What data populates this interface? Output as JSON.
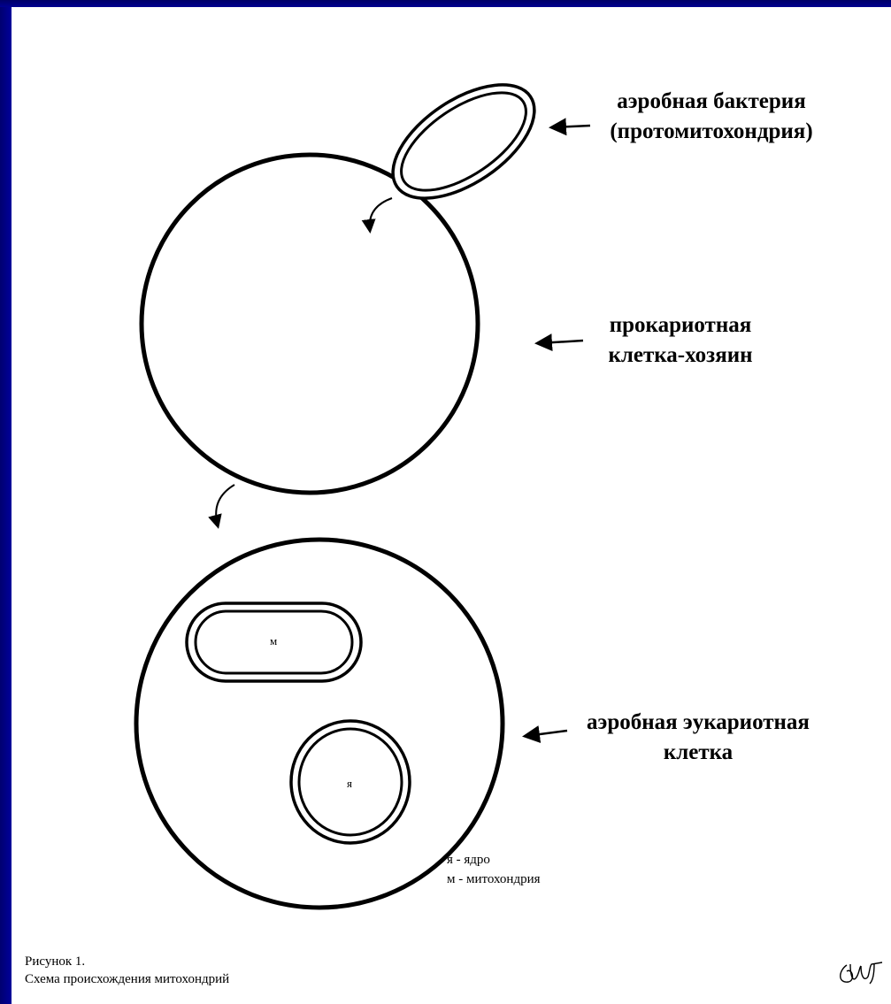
{
  "labels": {
    "bacteria_line1": "аэробная бактерия",
    "bacteria_line2": "(протомитохондрия)",
    "host_line1": "прокариотная",
    "host_line2": "клетка-хозяин",
    "eukaryote_line1": "аэробная эукариотная",
    "eukaryote_line2": "клетка"
  },
  "organelles": {
    "mitochondrion_letter": "м",
    "nucleus_letter": "я"
  },
  "legend": {
    "nucleus": "я - ядро",
    "mitochondrion": "м - митохондрия"
  },
  "caption": {
    "figure_number": "Рисунок 1.",
    "title": "Схема происхождения митохондрий"
  },
  "colors": {
    "frame": "#000080",
    "ink": "#000000",
    "paper": "#ffffff"
  }
}
